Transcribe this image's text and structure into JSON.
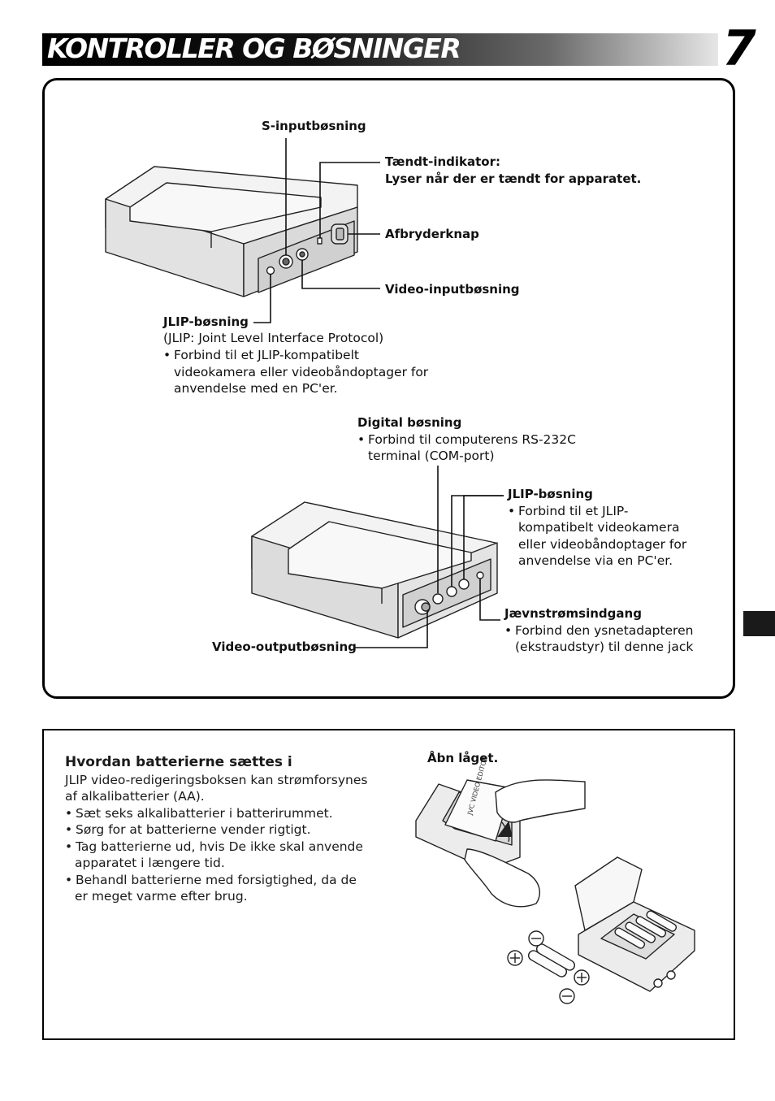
{
  "header": {
    "title": "KONTROLLER OG BØSNINGER",
    "page_number": "7"
  },
  "top_unit": {
    "s_input": {
      "label": "S-inputbøsning"
    },
    "power_indicator": {
      "label": "Tændt-indikator:",
      "desc": "Lyser når der er tændt for apparatet."
    },
    "power_switch": {
      "label": "Afbryderknap"
    },
    "video_input": {
      "label": "Video-inputbøsning"
    },
    "jlip_jack": {
      "label": "JLIP-bøsning",
      "subtitle": "(JLIP: Joint Level Interface Protocol)",
      "bullet_line1": "Forbind til et JLIP-kompatibelt",
      "bullet_line2": "videokamera eller videobåndoptager for",
      "bullet_line3": "anvendelse med en PC'er."
    }
  },
  "bottom_unit": {
    "digital_jack": {
      "label": "Digital bøsning",
      "bullet_line1": "Forbind til computerens RS-232C",
      "bullet_line2": "terminal (COM-port)"
    },
    "jlip_jack": {
      "label": "JLIP-bøsning",
      "bullet_line1": "Forbind til et JLIP-",
      "bullet_line2": "kompatibelt videokamera",
      "bullet_line3": "eller videobåndoptager for",
      "bullet_line4": "anvendelse via en PC'er."
    },
    "dc_input": {
      "label": "Jævnstrømsindgang",
      "bullet_line1": "Forbind den ysnetadapteren",
      "bullet_line2": "(ekstraudstyr) til denne jack"
    },
    "video_output": {
      "label": "Video-outputbøsning"
    }
  },
  "battery": {
    "heading": "Hvordan batterierne sættes i",
    "intro_line1": "JLIP video-redigeringsboksen kan strømforsynes",
    "intro_line2": "af alkalibatterier (AA).",
    "bullet1": "Sæt seks alkalibatterier i batterirummet.",
    "bullet2": "Sørg for at batterierne vender rigtigt.",
    "bullet3_line1": "Tag batterierne ud, hvis De ikke skal anvende",
    "bullet3_line2": "apparatet i længere tid.",
    "bullet4_line1": "Behandl batterierne med forsigtighed, da de",
    "bullet4_line2": "er meget varme efter brug.",
    "caption": "Åbn låget.",
    "lid_text": "JVC VIDEO EDITOR"
  }
}
